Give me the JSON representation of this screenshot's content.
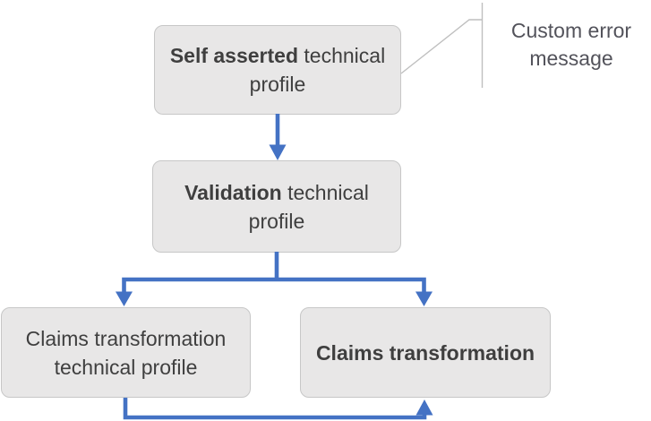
{
  "colors": {
    "accent_blue": "#4472C4",
    "box_fill": "#E8E7E7",
    "box_border": "#C7C7C7",
    "box_text": "#3F3F3F",
    "callout_line": "#BFBFBF",
    "callout_text": "#53535B",
    "background": "#FFFFFF"
  },
  "nodes": {
    "self_asserted": {
      "bold": "Self asserted",
      "regular": " technical",
      "line2": "profile"
    },
    "validation": {
      "bold": "Validation",
      "regular": " technical",
      "line2": "profile"
    },
    "claims_tp": {
      "bold": "",
      "regular": "Claims transformation",
      "line2": "technical profile"
    },
    "claims": {
      "bold": "Claims transformation",
      "regular": "",
      "line2": ""
    }
  },
  "callout": {
    "line1": "Custom error",
    "line2": "message"
  }
}
